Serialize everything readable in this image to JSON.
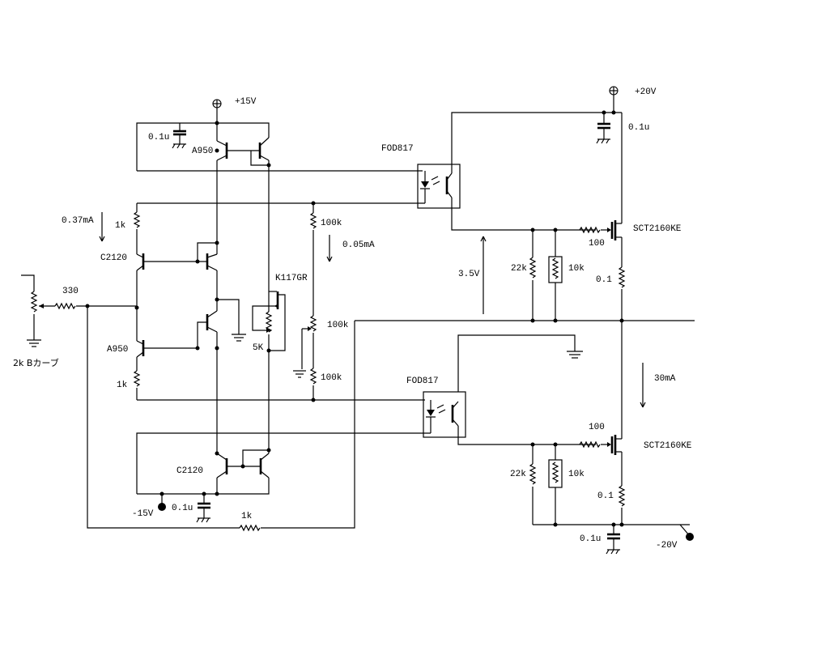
{
  "labels": {
    "v_pos15": "+15V",
    "v_pos20": "+20V",
    "v_neg15": "-15V",
    "v_neg20": "-20V",
    "c_tl": "0.1u",
    "q_a950_top": "A950",
    "opto_top": "FOD817",
    "c_tr": "0.1u",
    "i_037": "0.37mA",
    "r_1k_top": "1k",
    "r_100k_top": "100k",
    "i_005": "0.05mA",
    "q_c2120_top": "C2120",
    "r_100_top": "100",
    "fet_top": "SCT2160KE",
    "r_22k_top": "22k",
    "r_10k_top": "10k",
    "v_35": "3.5V",
    "r_01_top": "0.1",
    "k117": "K117GR",
    "r_330": "330",
    "r_100k_mid": "100k",
    "q_a950_bot": "A950",
    "trim_5k": "5K",
    "pot_2k": "2k Bカーブ",
    "r_100k_bot": "100k",
    "r_1k_bot": "1k",
    "opto_bot": "FOD817",
    "i_30": "30mA",
    "r_100_bot": "100",
    "fet_bot": "SCT2160KE",
    "q_c2120_bot": "C2120",
    "r_22k_bot": "22k",
    "r_10k_bot": "10k",
    "r_01_bot": "0.1",
    "c_bl": "0.1u",
    "r_1k_fb": "1k",
    "c_br": "0.1u"
  }
}
